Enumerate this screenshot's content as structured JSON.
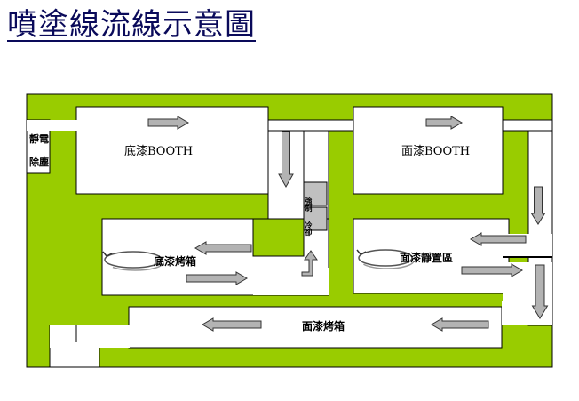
{
  "title": "噴塗線流線示意圖",
  "labels": {
    "static_removal_1": "靜電",
    "static_removal_2": "除塵",
    "primer_booth": "底漆BOOTH",
    "topcoat_booth": "面漆BOOTH",
    "forced_cooling_1": "強制",
    "forced_cooling_2": "冷卻",
    "primer_oven": "底漆烤箱",
    "topcoat_flash_area": "面漆靜置區",
    "topcoat_oven": "面漆烤箱"
  },
  "colors": {
    "wall": "#99cc00",
    "room": "#ffffff",
    "outline": "#000000",
    "arrow": "#b3b3b3",
    "cooling": "#c0c0c0",
    "title": "#0a0a5a"
  }
}
